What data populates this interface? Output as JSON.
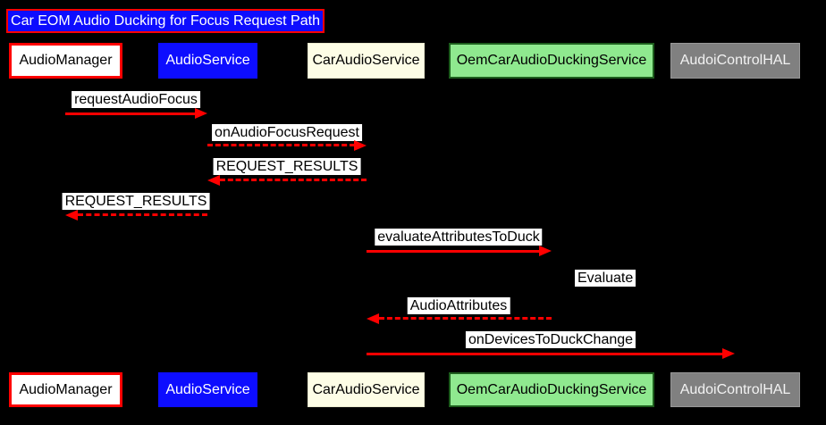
{
  "title": "Car EOM Audio Ducking for Focus Request Path",
  "colors": {
    "background": "#000000",
    "arrow": "#ff0000",
    "title_fill": "#0d0dff",
    "title_border": "#ff0000",
    "title_text": "#ffffff",
    "message_label_bg": "#ffffff",
    "message_label_text": "#000000"
  },
  "participants": [
    {
      "label": "AudioManager",
      "fill": "#ffffff",
      "border": "#ff0000",
      "text": "#000000"
    },
    {
      "label": "AudioService",
      "fill": "#0d0dff",
      "border": "#0d0dff",
      "text": "#ffffff"
    },
    {
      "label": "CarAudioService",
      "fill": "#fdfde6",
      "border": "#e9e9cd",
      "text": "#000000"
    },
    {
      "label": "OemCarAudioDuckingService",
      "fill": "#8fe98f",
      "border": "#1d5e1d",
      "text": "#000000"
    },
    {
      "label": "AudoiControlHAL",
      "fill": "#808080",
      "border": "#989898",
      "text": "#f2f2f2"
    }
  ],
  "messages": [
    {
      "label": "requestAudioFocus",
      "from": "AudioManager",
      "to": "AudioService",
      "style": "solid"
    },
    {
      "label": "onAudioFocusRequest",
      "from": "AudioService",
      "to": "CarAudioService",
      "style": "dashed"
    },
    {
      "label": "REQUEST_RESULTS",
      "from": "CarAudioService",
      "to": "AudioService",
      "style": "dashed"
    },
    {
      "label": "REQUEST_RESULTS",
      "from": "AudioService",
      "to": "AudioManager",
      "style": "dashed"
    },
    {
      "label": "evaluateAttributesToDuck",
      "from": "CarAudioService",
      "to": "OemCarAudioDuckingService",
      "style": "solid"
    },
    {
      "label": "Evaluate",
      "from": "OemCarAudioDuckingService",
      "to": "OemCarAudioDuckingService",
      "style": "self"
    },
    {
      "label": "AudioAttributes",
      "from": "OemCarAudioDuckingService",
      "to": "CarAudioService",
      "style": "dashed"
    },
    {
      "label": "onDevicesToDuckChange",
      "from": "CarAudioService",
      "to": "AudoiControlHAL",
      "style": "solid"
    }
  ]
}
